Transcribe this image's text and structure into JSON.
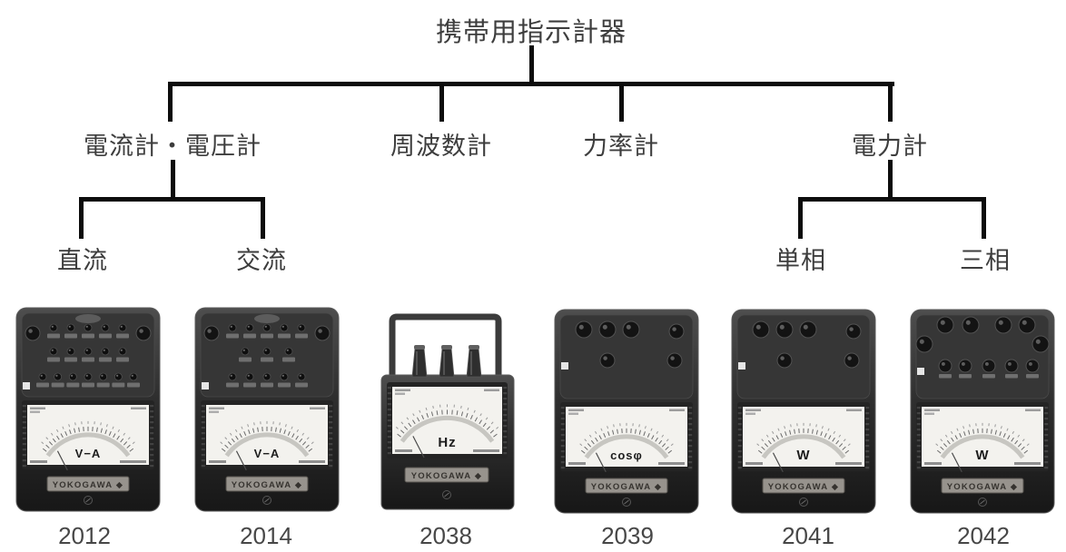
{
  "page": {
    "background": "#ffffff",
    "text_color": "#3d3d3d",
    "line_color": "#0c0c0c"
  },
  "tree": {
    "root": "携帯用指示計器",
    "branches": [
      {
        "label": "電流計・電圧計",
        "children": [
          {
            "label": "直流"
          },
          {
            "label": "交流"
          }
        ]
      },
      {
        "label": "周波数計",
        "children": []
      },
      {
        "label": "力率計",
        "children": []
      },
      {
        "label": "電力計",
        "children": [
          {
            "label": "単相"
          },
          {
            "label": "三相"
          }
        ]
      }
    ]
  },
  "meters": [
    {
      "model": "2012",
      "dial_label": "V−A",
      "brand": "YOKOGAWA ◆",
      "style": "pin-terminals",
      "terminal_rows": [
        5,
        5,
        7
      ]
    },
    {
      "model": "2014",
      "dial_label": "V−A",
      "brand": "YOKOGAWA ◆",
      "style": "pin-terminals",
      "terminal_rows": [
        5,
        3,
        5
      ]
    },
    {
      "model": "2038",
      "dial_label": "Hz",
      "brand": "YOKOGAWA ◆",
      "style": "handle-posts",
      "terminal_rows": [
        3
      ]
    },
    {
      "model": "2039",
      "dial_label": "cosφ",
      "brand": "YOKOGAWA ◆",
      "style": "knobs",
      "terminal_rows": [
        4,
        2
      ]
    },
    {
      "model": "2041",
      "dial_label": "W",
      "brand": "YOKOGAWA ◆",
      "style": "knobs",
      "terminal_rows": [
        4,
        2
      ]
    },
    {
      "model": "2042",
      "dial_label": "W",
      "brand": "YOKOGAWA ◆",
      "style": "knobs-many",
      "terminal_rows": [
        4,
        2,
        5
      ]
    }
  ]
}
